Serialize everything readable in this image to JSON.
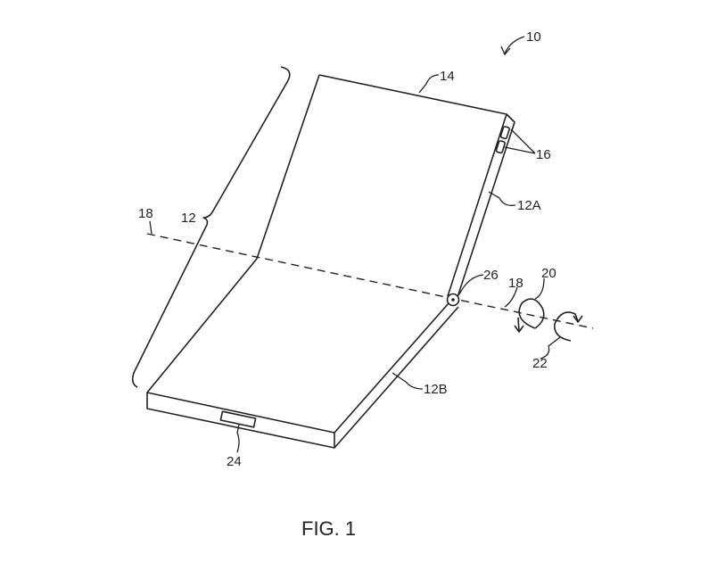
{
  "figure_title": "FIG. 1",
  "labels": {
    "device": "10",
    "housing": "12",
    "housing_upper": "12A",
    "housing_lower": "12B",
    "display": "14",
    "buttons": "16",
    "axis_left": "18",
    "axis_right": "18",
    "rotation_a": "20",
    "rotation_b": "22",
    "port": "24",
    "hinge": "26"
  }
}
